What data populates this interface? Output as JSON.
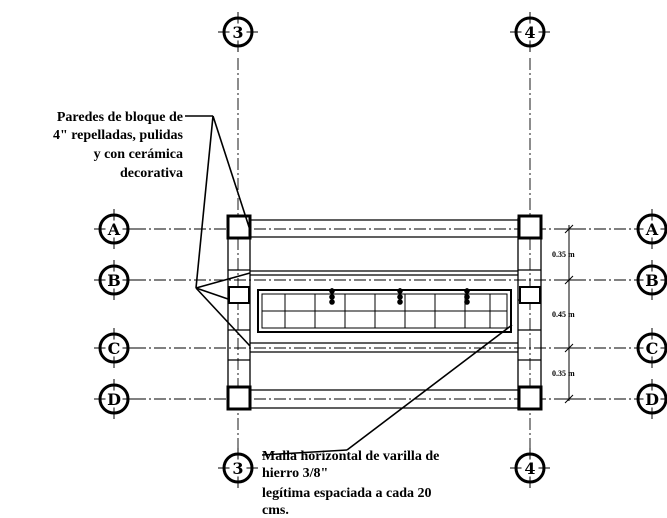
{
  "grid": {
    "vertical": [
      {
        "id": "col-3",
        "label": "3"
      },
      {
        "id": "col-4",
        "label": "4"
      }
    ],
    "horizontal": [
      {
        "id": "row-a",
        "label": "A"
      },
      {
        "id": "row-b",
        "label": "B"
      },
      {
        "id": "row-c",
        "label": "C"
      },
      {
        "id": "row-d",
        "label": "D"
      }
    ]
  },
  "dimensions": [
    {
      "id": "dim-ab",
      "label": "0.35 m"
    },
    {
      "id": "dim-bc",
      "label": "0.45 m"
    },
    {
      "id": "dim-cd",
      "label": "0.35 m"
    }
  ],
  "notes": {
    "walls": [
      "Paredes de bloque de",
      "4\" repelladas, pulidas",
      "y con cerámica",
      "decorativa"
    ],
    "mesh": [
      "Malla horizontal de varilla de",
      "hierro 3/8\"",
      "legítima espaciada a cada 20",
      "cms."
    ]
  }
}
